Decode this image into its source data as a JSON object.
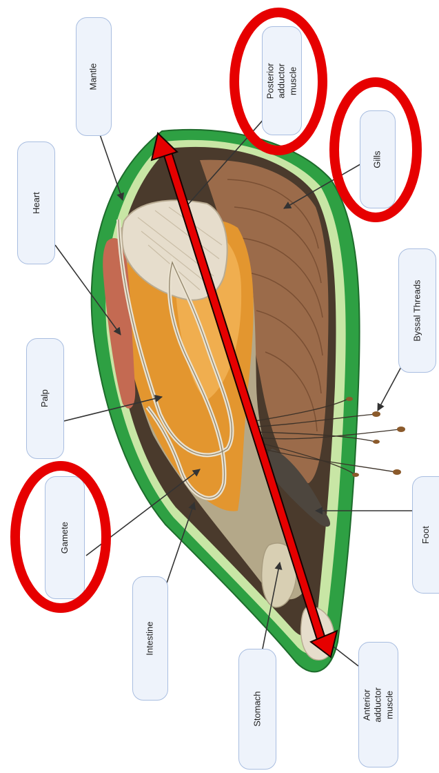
{
  "diagram": {
    "labels": {
      "mantle": "Mantle",
      "posterior_adductor_muscle": "Posterior adductor muscle",
      "gills": "Gills",
      "heart": "Heart",
      "byssal_threads": "Byssal Threads",
      "palp": "Palp",
      "gamete": "Gamete",
      "foot": "Foot",
      "intestine": "Intestine",
      "stomach": "Stomach",
      "anterior_adductor_muscle": "Anterior adductor muscle"
    },
    "colors": {
      "shell_outer": "#2ea043",
      "shell_inner": "#c8e6a5",
      "mantle_dark": "#4a3a2c",
      "gills": "#9b6b4a",
      "gonad": "#e3962f",
      "heart": "#c46a52",
      "highlight_circle": "#e60000",
      "arrow": "#e60000"
    },
    "highlighted": [
      "posterior_adductor_muscle",
      "gills",
      "gamete"
    ]
  }
}
